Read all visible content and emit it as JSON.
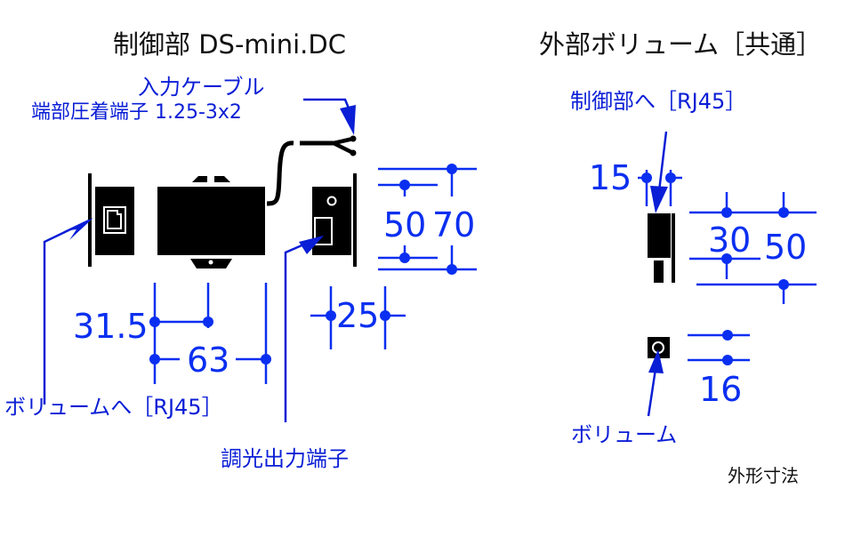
{
  "left_panel": {
    "title": "制御部 DS-mini.DC",
    "input_cable_label_line1": "入力ケーブル",
    "input_cable_label_line2": "端部圧着端子 1.25-3x2",
    "volume_rj45_label": "ボリュームへ［RJ45］",
    "dimming_output_label": "調光出力端子",
    "dimensions": {
      "half_width": "31.5",
      "width": "63",
      "depth": "25",
      "inner_height": "50",
      "outer_height": "70"
    }
  },
  "right_panel": {
    "title": "外部ボリューム［共通］",
    "to_controller_label": "制御部へ［RJ45］",
    "volume_label": "ボリューム",
    "dimensions": {
      "depth": "15",
      "inner_height": "30",
      "outer_height": "50",
      "knob_size": "16"
    }
  },
  "caption": "外形寸法",
  "colors": {
    "dimension_blue": "#0a2ff0",
    "label_blue": "#0a1ed6",
    "body_black": "#000000"
  }
}
